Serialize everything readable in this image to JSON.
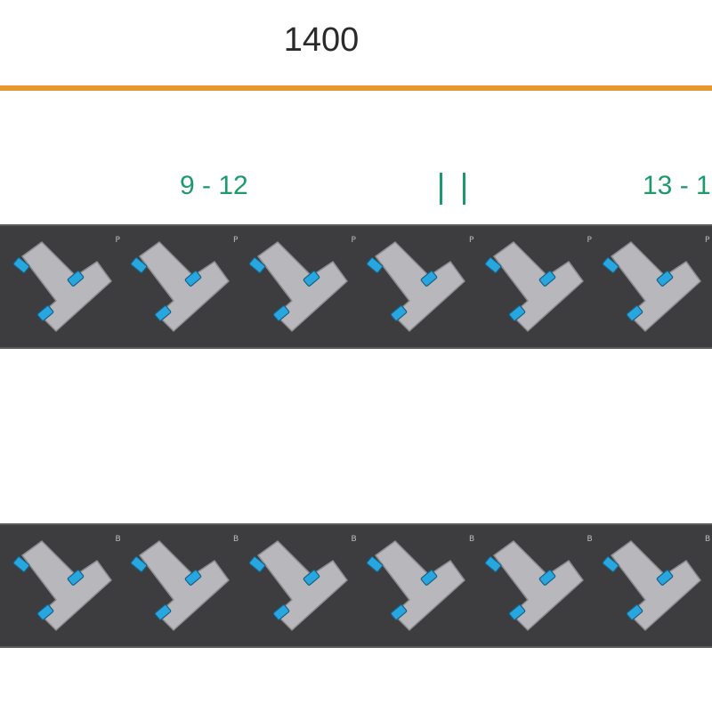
{
  "dimension": {
    "label": "1400"
  },
  "groups": [
    {
      "label": "9 - 12"
    },
    {
      "label": "13 - 1"
    }
  ],
  "colors": {
    "dimension_line": "#e8962e",
    "group_label": "#1d9a6c",
    "strip": "#3d3d3f",
    "socket_body": "#b8b8bc",
    "socket_pin": "#27a6e0"
  },
  "strips": [
    {
      "outlet_markers": [
        "",
        "P",
        "P",
        "P",
        "P",
        "P",
        "P"
      ]
    },
    {
      "outlet_markers": [
        "",
        "B",
        "B",
        "B",
        "B",
        "B",
        "B"
      ]
    }
  ]
}
